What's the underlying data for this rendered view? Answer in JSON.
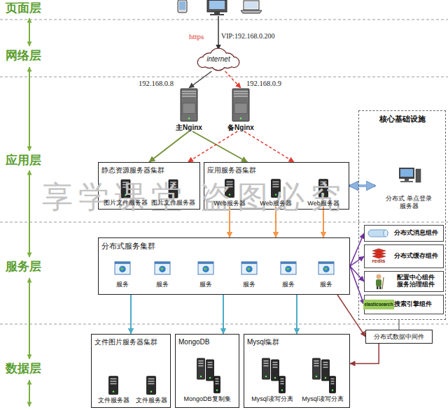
{
  "diagram": {
    "nodes": [
      {
        "text": [
          "internet"
        ]
      },
      {
        "text": [
          "主Nginx"
        ]
      },
      {
        "text": [
          "备Nginx"
        ]
      },
      {
        "text": [
          "核心基础设施"
        ]
      },
      {
        "text": [
          "静态资源服务器集群"
        ]
      },
      {
        "text": [
          "图片文件服务器"
        ],
        "in": 4
      },
      {
        "text": [
          "图片文件服务器"
        ],
        "in": 4
      },
      {
        "text": [
          "应用服务器集群"
        ]
      },
      {
        "text": [
          "Web服务器"
        ],
        "in": 7
      },
      {
        "text": [
          "Web服务器"
        ],
        "in": 7
      },
      {
        "text": [
          "Web服务器"
        ],
        "in": 7
      },
      {
        "text": [
          "分布式 单点登录服务器"
        ],
        "in": 3
      },
      {
        "text": [
          "分布式消息组件"
        ],
        "in": 3
      },
      {
        "text": [
          "redis",
          "分布式缓存组件"
        ],
        "in": 3
      },
      {
        "text": [
          "配置中心组件 服务治理组件"
        ],
        "in": 3
      },
      {
        "text": [
          "elasticsearch",
          "搜索引擎组件"
        ],
        "in": 3
      },
      {
        "text": [
          "分布式服务集群"
        ]
      },
      {
        "text": [
          "服务"
        ],
        "in": 16
      },
      {
        "text": [
          "服务"
        ],
        "in": 16
      },
      {
        "text": [
          "服务"
        ],
        "in": 16
      },
      {
        "text": [
          "服务"
        ],
        "in": 16
      },
      {
        "text": [
          "服务"
        ],
        "in": 16
      },
      {
        "text": [
          "服务"
        ],
        "in": 16
      },
      {
        "text": [
          "分布式数据中间件"
        ]
      },
      {
        "text": [
          "文件图片服务器集群"
        ]
      },
      {
        "text": [
          "文件服务器"
        ],
        "in": 24
      },
      {
        "text": [
          "文件服务器"
        ],
        "in": 24
      },
      {
        "text": [
          "MongoDB"
        ]
      },
      {
        "text": [
          "MongoDB复制集"
        ],
        "in": 27
      },
      {
        "text": [
          "Mysql集群"
        ]
      },
      {
        "text": [
          "Mysql读写分离"
        ],
        "in": 29
      },
      {
        "text": [
          "Mysql读写分离"
        ],
        "in": 29
      }
    ],
    "edges": [
      {
        "from": 0,
        "to": 1,
        "arrow": "to"
      },
      {
        "from": 0,
        "to": 2,
        "arrow": "to"
      },
      {
        "from": 1,
        "to": 4,
        "arrow": "to"
      },
      {
        "from": 1,
        "to": 7,
        "arrow": "to"
      },
      {
        "from": 2,
        "to": 4,
        "arrow": "to"
      },
      {
        "from": 2,
        "to": 7,
        "arrow": "to"
      },
      {
        "from": 7,
        "to": 11,
        "arrow": "both"
      },
      {
        "from": 8,
        "to": 16,
        "arrow": "to"
      },
      {
        "from": 9,
        "to": 16,
        "arrow": "to"
      },
      {
        "from": 10,
        "to": 16,
        "arrow": "to"
      },
      {
        "from": 16,
        "to": 12,
        "arrow": "to"
      },
      {
        "from": 16,
        "to": 13,
        "arrow": "to"
      },
      {
        "from": 16,
        "to": 14,
        "arrow": "to"
      },
      {
        "from": 16,
        "to": 15,
        "arrow": "to"
      },
      {
        "from": 16,
        "to": 24,
        "arrow": "to"
      },
      {
        "from": 16,
        "to": 27,
        "arrow": "to"
      },
      {
        "from": 16,
        "to": 29,
        "arrow": "to"
      },
      {
        "from": 16,
        "to": 23,
        "arrow": "to"
      },
      {
        "from": 3,
        "to": 23,
        "arrow": "none"
      },
      {
        "from": 23,
        "to": 29,
        "arrow": "to"
      }
    ],
    "labels": [
      "页面层",
      "https",
      "VIP:192.168.0.200",
      "网络层",
      "192.168.0.8",
      "192.168.0.9",
      "应用层",
      "享学课堂 盗图必究",
      "服务层",
      "数据层"
    ]
  }
}
